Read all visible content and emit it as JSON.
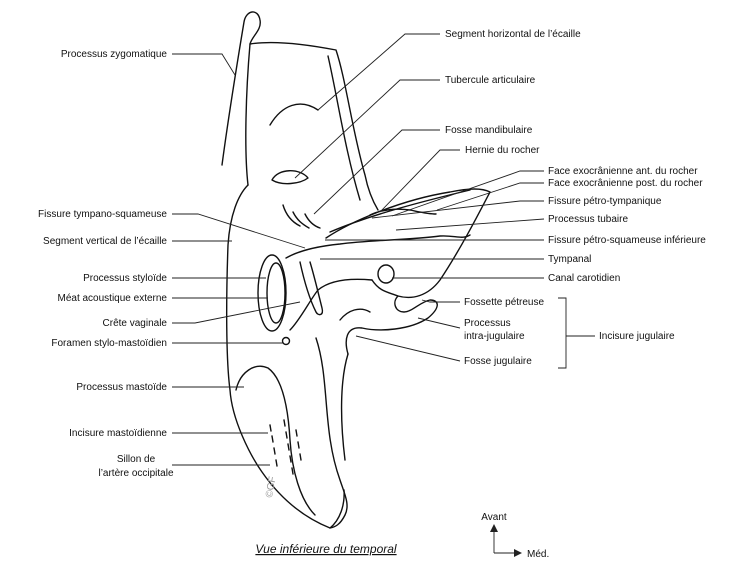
{
  "caption": "Vue inférieure du temporal",
  "copyright": "©GF",
  "orientation": {
    "up": "Avant",
    "right": "Méd."
  },
  "labels": {
    "processus_zygomatique": "Processus zygomatique",
    "fissure_tympano_squameuse": "Fissure tympano-squameuse",
    "segment_vertical": "Segment vertical de l’écaille",
    "processus_styloide": "Processus styloïde",
    "meat_acoustique": "Méat acoustique externe",
    "crete_vaginale": "Crête vaginale",
    "foramen_stylo_mastoidien": "Foramen stylo-mastoïdien",
    "processus_mastoide": "Processus mastoïde",
    "incisure_mastoidienne": "Incisure mastoïdienne",
    "sillon_artere_1": "Sillon de",
    "sillon_artere_2": "l’artère occipitale",
    "segment_horizontal": "Segment horizontal de l’écaille",
    "tubercule_articulaire": "Tubercule articulaire",
    "fosse_mandibulaire": "Fosse mandibulaire",
    "hernie_rocher": "Hernie du rocher",
    "face_ant": "Face exocrânienne ant. du rocher",
    "face_post": "Face exocrânienne post. du rocher",
    "fissure_petro_tympanique": "Fissure pétro-tympanique",
    "processus_tubaire": "Processus tubaire",
    "fissure_petro_squameuse": "Fissure pétro-squameuse inférieure",
    "tympanal": "Tympanal",
    "canal_carotidien": "Canal carotidien",
    "fossette_petreuse": "Fossette pétreuse",
    "processus_intra_1": "Processus",
    "processus_intra_2": "intra-jugulaire",
    "fosse_jugulaire": "Fosse jugulaire",
    "incisure_jugulaire": "Incisure jugulaire"
  }
}
